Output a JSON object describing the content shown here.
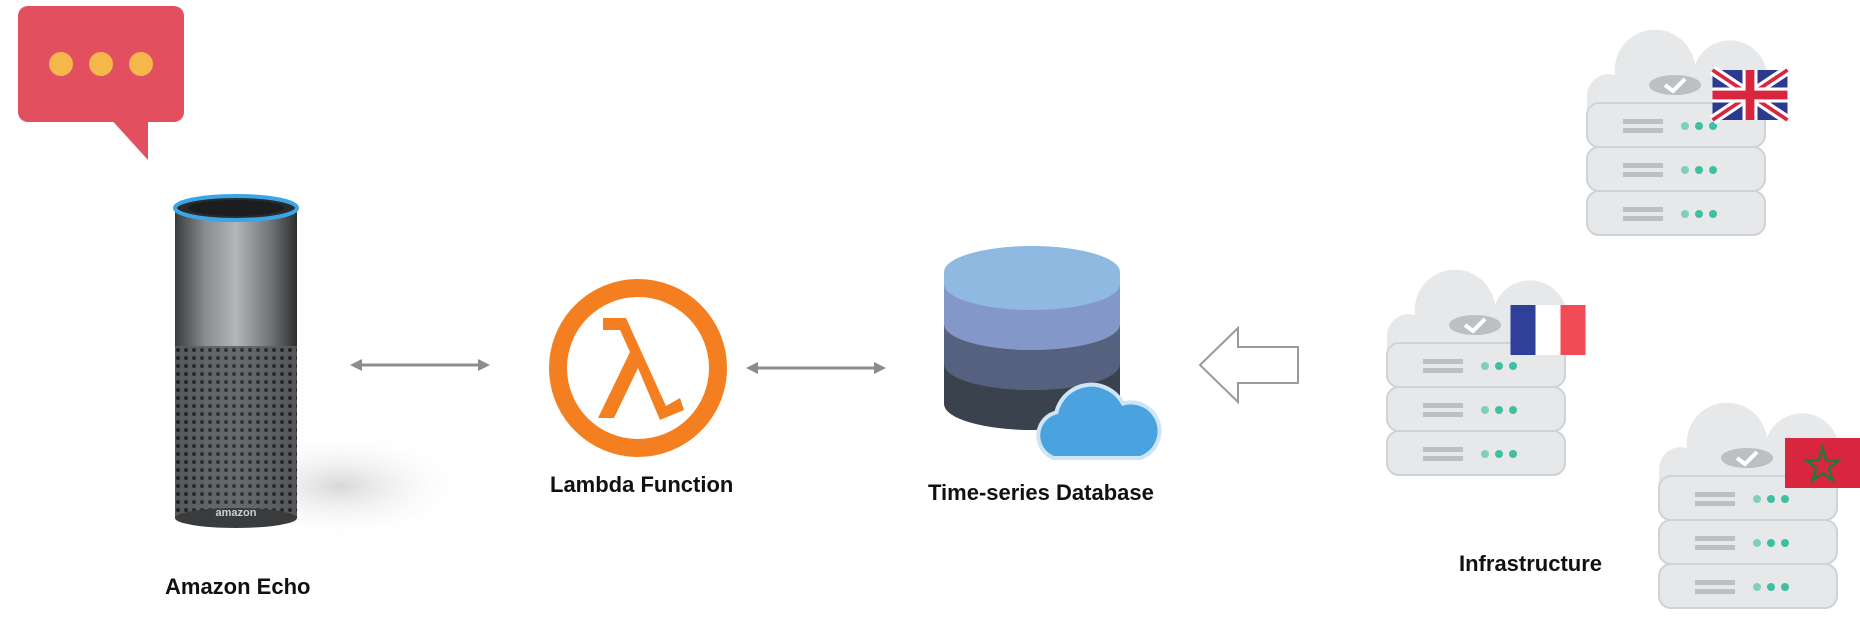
{
  "labels": {
    "echo": "Amazon Echo",
    "lambda": "Lambda Function",
    "database": "Time-series Database",
    "infrastructure": "Infrastructure"
  },
  "echo": {
    "brand": "amazon",
    "ring_color": "#3ba6e6"
  },
  "lambda": {
    "symbol": "λ",
    "color": "#f47f20"
  },
  "speech_bubble": {
    "color": "#e2505f",
    "dot_color": "#f6b84b",
    "icon": "speech-bubble-icon"
  },
  "database": {
    "layer_colors": [
      "#8fb9e0",
      "#8398c9",
      "#56607f",
      "#3a434d"
    ],
    "cloud_color": "#4aa3df",
    "icon": "database-cloud-icon"
  },
  "servers": [
    {
      "country": "United Kingdom",
      "flag": "uk-flag-icon"
    },
    {
      "country": "France",
      "flag": "france-flag-icon"
    },
    {
      "country": "Morocco",
      "flag": "morocco-flag-icon"
    }
  ],
  "colors": {
    "arrow": "#8c8c8c",
    "server_body": "#e6e8ea",
    "server_dots": "#3dbfa2"
  }
}
